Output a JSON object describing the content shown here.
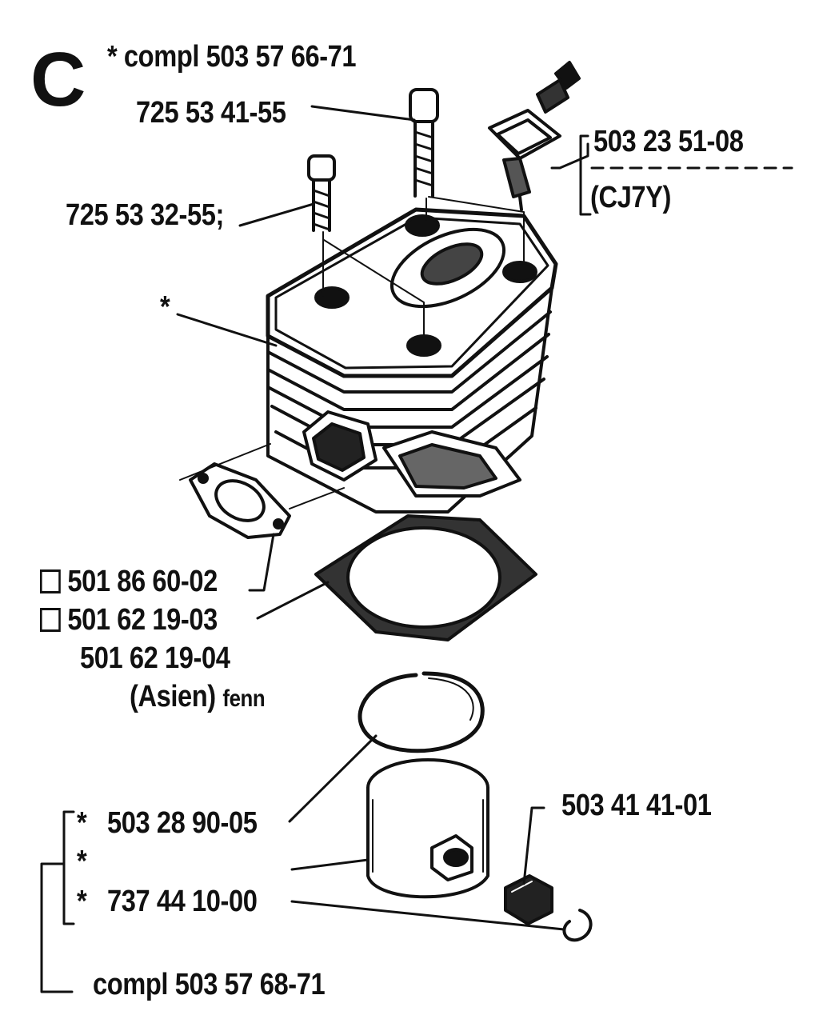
{
  "section_letter": "C",
  "labels": {
    "cylinder_complete": "* compl 503 57 66-71",
    "screw_long": "725 53 41-55",
    "screw_short": "725 53 32-55;",
    "spark_plug": "503 23 51-08",
    "spark_plug_type": "(CJ7Y)",
    "cylinder_star": "*",
    "gasket_exhaust": "501 86 60-02",
    "gasket_base": "501 62 19-03",
    "gasket_base_alt": "501 62 19-04",
    "gasket_base_region": "(Asien)",
    "gasket_base_region_note": "fenn",
    "piston_ring": "503 28 90-05",
    "piston_ring_star": "*",
    "piston_star": "*",
    "piston_pin_star": "*",
    "piston_pin_bearing": "503 41 41-01",
    "circlip": "737 44 10-00",
    "piston_complete": "compl 503 57 68-71"
  }
}
